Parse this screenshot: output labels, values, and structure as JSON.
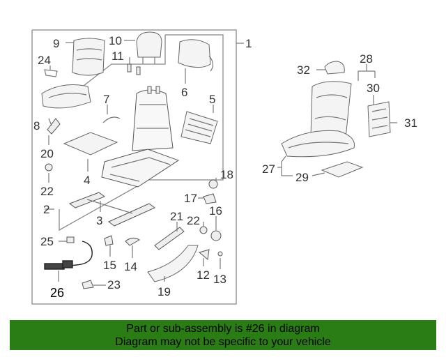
{
  "callouts": {
    "c1": "1",
    "c2": "2",
    "c3": "3",
    "c4": "4",
    "c5": "5",
    "c6": "6",
    "c7": "7",
    "c8": "8",
    "c9": "9",
    "c10": "10",
    "c11": "11",
    "c12": "12",
    "c13": "13",
    "c14": "14",
    "c15": "15",
    "c16": "16",
    "c17": "17",
    "c18": "18",
    "c19": "19",
    "c20": "20",
    "c21": "21",
    "c22a": "22",
    "c22b": "22",
    "c23": "23",
    "c24": "24",
    "c25": "25",
    "c26": "26",
    "c27": "27",
    "c28": "28",
    "c29": "29",
    "c30": "30",
    "c31": "31",
    "c32": "32"
  },
  "banner": {
    "line1": "Part or sub-assembly is #26 in diagram",
    "line2": "Diagram may not be specific to your vehicle",
    "color": "#2a7d14"
  }
}
